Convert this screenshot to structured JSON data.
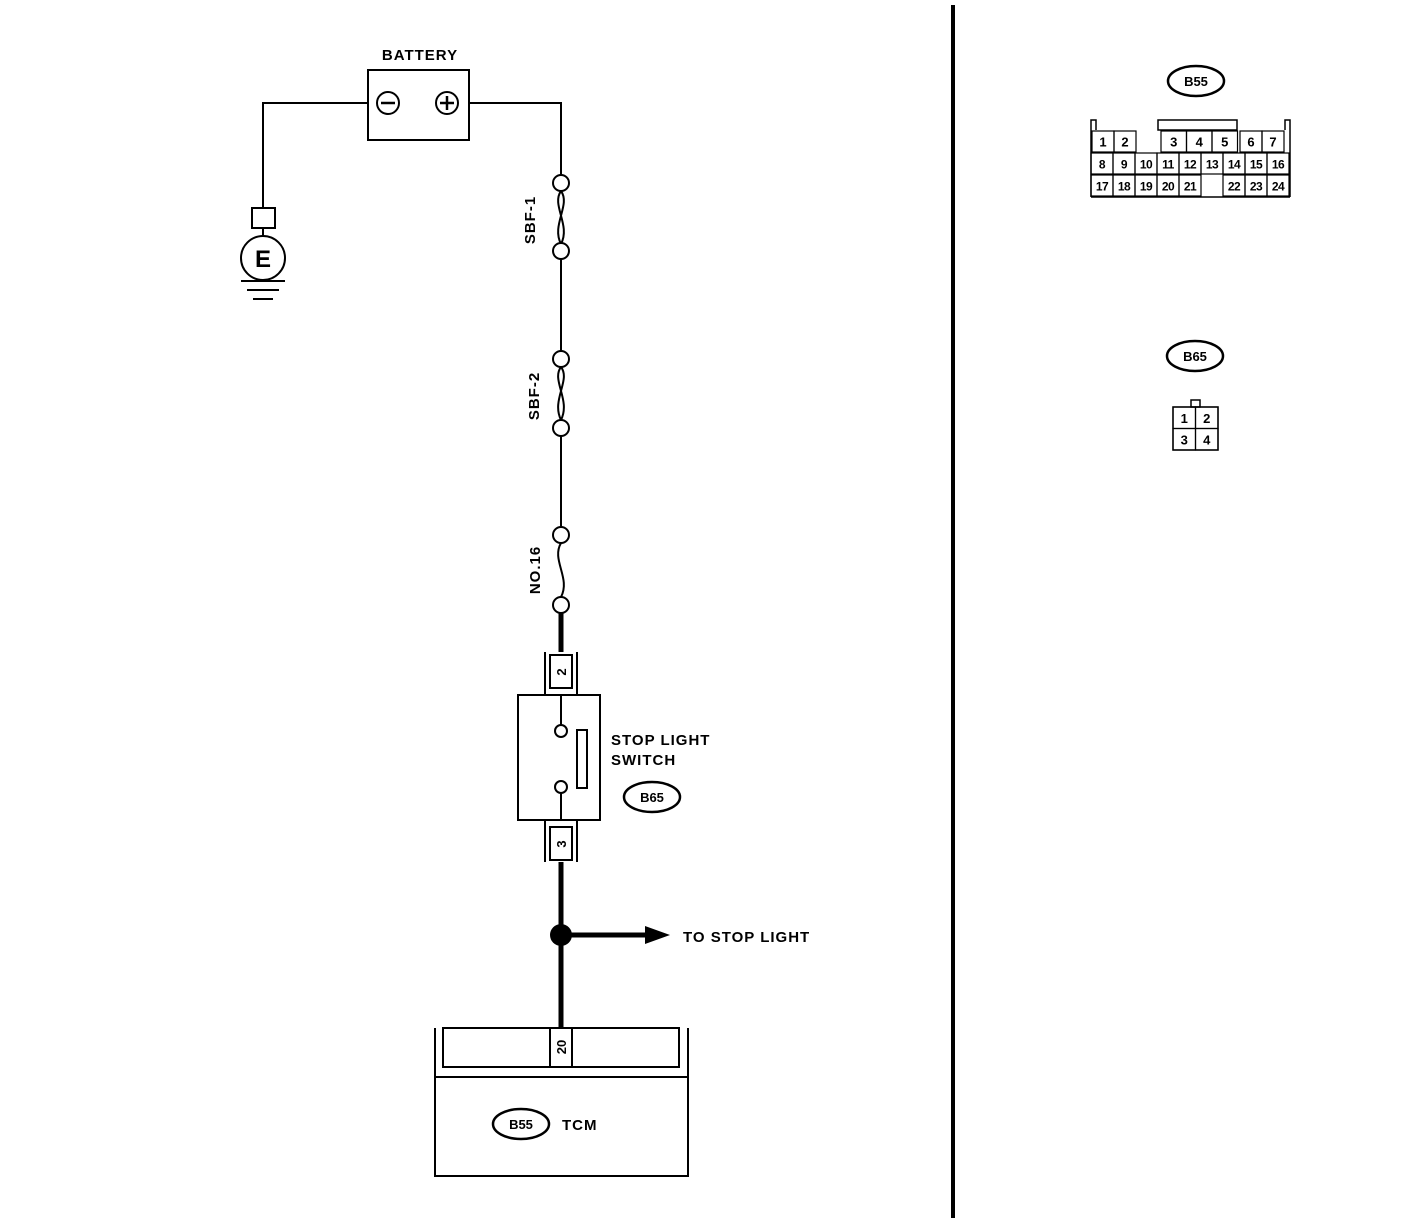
{
  "colors": {
    "ink": "#000000",
    "paper": "#ffffff"
  },
  "left": {
    "battery_label": "BATTERY",
    "battery_minus": "−",
    "battery_plus": "+",
    "ground_label": "E",
    "fuses": [
      "SBF-1",
      "SBF-2",
      "NO.16"
    ],
    "switch_label_line1": "STOP LIGHT",
    "switch_label_line2": "SWITCH",
    "switch_connector": "B65",
    "switch_pin_top": "2",
    "switch_pin_bottom": "3",
    "branch_label": "TO STOP LIGHT",
    "tcm_pin": "20",
    "tcm_connector": "B55",
    "tcm_label": "TCM"
  },
  "right": {
    "b55": {
      "label": "B55",
      "row1_left": [
        "1",
        "2"
      ],
      "row1_mid": [
        "3",
        "4",
        "5"
      ],
      "row1_right": [
        "6",
        "7"
      ],
      "row2": [
        "8",
        "9",
        "10",
        "11",
        "12",
        "13",
        "14",
        "15",
        "16"
      ],
      "row3_left": [
        "17",
        "18",
        "19",
        "20",
        "21"
      ],
      "row3_right": [
        "22",
        "23",
        "24"
      ]
    },
    "b65": {
      "label": "B65",
      "row1": [
        "1",
        "2"
      ],
      "row2": [
        "3",
        "4"
      ]
    }
  }
}
